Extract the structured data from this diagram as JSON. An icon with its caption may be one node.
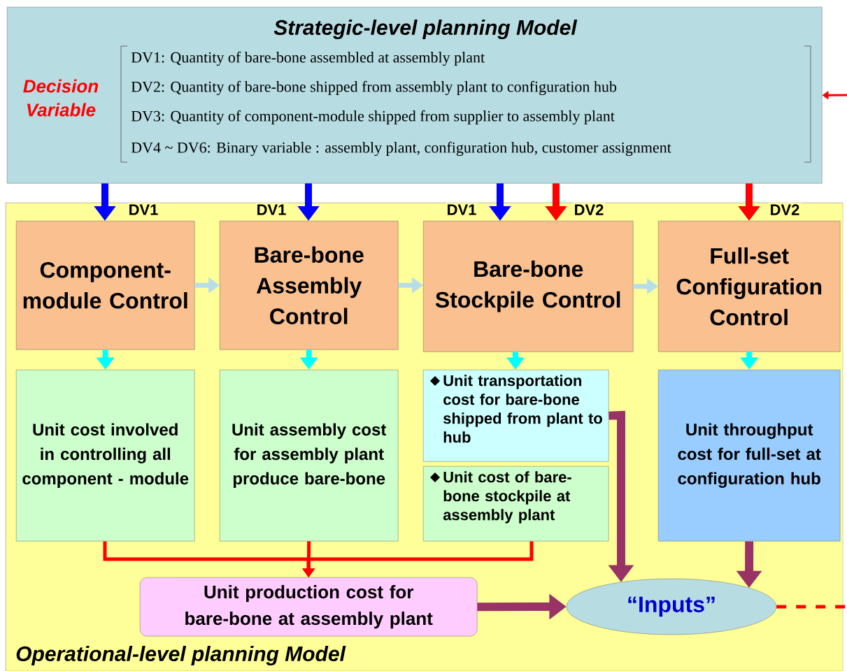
{
  "diagram": {
    "nodes": [
      {
        "text": [
          "Strategic-level planning Model",
          "Decision Variable",
          "DV1: Quantity of bare-bone assembled at assembly plant",
          "DV2: Quantity of bare-bone shipped from assembly plant to configuration hub",
          "DV3: Quantity of component-module shipped from supplier to assembly plant",
          "DV4 ~ DV6: Binary variable : assembly plant, configuration hub, customer assignment"
        ]
      },
      {
        "text": [
          "Operational-level planning Model"
        ]
      },
      {
        "text": [
          "Component-module Control"
        ],
        "in": 1
      },
      {
        "text": [
          "Bare-bone Assembly Control"
        ],
        "in": 1
      },
      {
        "text": [
          "Bare-bone Stockpile Control"
        ],
        "in": 1
      },
      {
        "text": [
          "Full-set Configuration Control"
        ],
        "in": 1
      },
      {
        "text": [
          "Unit cost involved in controlling all component - module"
        ],
        "in": 1
      },
      {
        "text": [
          "Unit assembly cost for assembly plant produce bare-bone"
        ],
        "in": 1
      },
      {
        "text": [
          "Unit transportation cost for bare-bone shipped from plant to hub"
        ],
        "in": 1
      },
      {
        "text": [
          "Unit cost of bare-bone stockpile at assembly plant"
        ],
        "in": 1
      },
      {
        "text": [
          "Unit throughput cost for full-set at configuration hub"
        ],
        "in": 1
      },
      {
        "text": [
          "Unit production cost for bare-bone at assembly plant"
        ],
        "in": 1
      },
      {
        "text": [
          "“Inputs”"
        ],
        "in": 1
      }
    ],
    "edges": [
      {
        "from": 0,
        "to": 2,
        "arrow": "to",
        "label": "DV1",
        "color": "#0000ff"
      },
      {
        "from": 0,
        "to": 3,
        "arrow": "to",
        "label": "DV1",
        "color": "#0000ff"
      },
      {
        "from": 0,
        "to": 4,
        "arrow": "to",
        "label": "DV1",
        "color": "#0000ff"
      },
      {
        "from": 0,
        "to": 4,
        "arrow": "to",
        "label": "DV2",
        "color": "#ff0000"
      },
      {
        "from": 0,
        "to": 5,
        "arrow": "to",
        "label": "DV2",
        "color": "#ff0000"
      },
      {
        "from": 2,
        "to": 3,
        "arrow": "to",
        "color": "#b7dee8"
      },
      {
        "from": 3,
        "to": 4,
        "arrow": "to",
        "color": "#b7dee8"
      },
      {
        "from": 4,
        "to": 5,
        "arrow": "to",
        "color": "#b7dee8"
      },
      {
        "from": 2,
        "to": 6,
        "arrow": "to",
        "color": "#00ffff"
      },
      {
        "from": 3,
        "to": 7,
        "arrow": "to",
        "color": "#00ffff"
      },
      {
        "from": 4,
        "to": 8,
        "arrow": "to",
        "color": "#00ffff"
      },
      {
        "from": 5,
        "to": 10,
        "arrow": "to",
        "color": "#00ffff"
      },
      {
        "from": 6,
        "to": 11,
        "arrow": "to",
        "color": "#ff0000"
      },
      {
        "from": 7,
        "to": 11,
        "arrow": "to",
        "color": "#ff0000"
      },
      {
        "from": 9,
        "to": 11,
        "arrow": "to",
        "color": "#ff0000"
      },
      {
        "from": 8,
        "to": 12,
        "arrow": "to",
        "color": "#993366"
      },
      {
        "from": 10,
        "to": 12,
        "arrow": "to",
        "color": "#993366"
      },
      {
        "from": 11,
        "to": 12,
        "arrow": "to",
        "color": "#993366"
      },
      {
        "from": 12,
        "to": null,
        "arrow": "none",
        "style": "dashed",
        "color": "#ff0000"
      },
      {
        "from": null,
        "to": 0,
        "arrow": "to",
        "color": "#ff0000"
      }
    ]
  }
}
